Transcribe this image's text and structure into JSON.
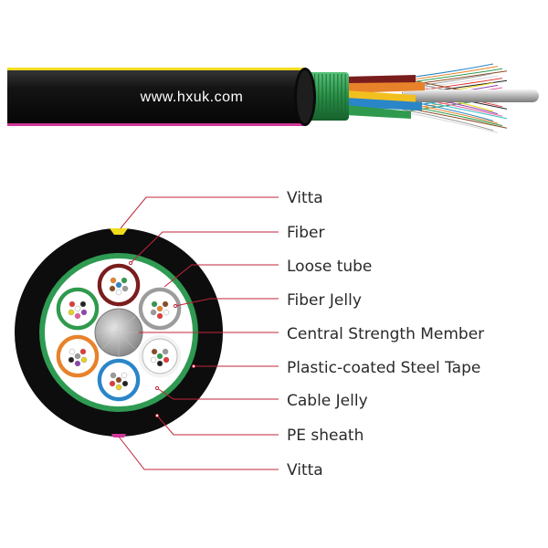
{
  "watermark": "www.hxuk.com",
  "labels": {
    "vitta_top": "Vitta",
    "fiber": "Fiber",
    "loose_tube": "Loose tube",
    "fiber_jelly": "Fiber Jelly",
    "central_strength_member": "Central Strength Member",
    "plastic_coated_steel_tape": "Plastic-coated Steel Tape",
    "cable_jelly": "Cable Jelly",
    "pe_sheath": "PE sheath",
    "vitta_bottom": "Vitta"
  },
  "colors": {
    "sheath": "#0d0d0d",
    "steel_tape": "#2e9a52",
    "cable_jelly": "#ffffff",
    "strength_member": "#a9a9a9",
    "leader": "#c0263a",
    "vitta": "#f2dc1e",
    "vitta_bottom": "#d0389a"
  },
  "loose_tubes": [
    {
      "name": "brown",
      "color": "#7a1d1d"
    },
    {
      "name": "grey",
      "color": "#9c9c9c"
    },
    {
      "name": "white",
      "color": "#f3f3f3"
    },
    {
      "name": "blue",
      "color": "#2a86c8"
    },
    {
      "name": "orange",
      "color": "#e8822a"
    },
    {
      "name": "green",
      "color": "#2f9a4d"
    }
  ],
  "fiber_colors": [
    "#2a86c8",
    "#e8822a",
    "#2f9a4d",
    "#8a4a22",
    "#9a9a9a",
    "#ffffff",
    "#e23a3a",
    "#222222",
    "#e6d21e",
    "#8e44ad",
    "#e85aa0",
    "#30c0c0"
  ]
}
